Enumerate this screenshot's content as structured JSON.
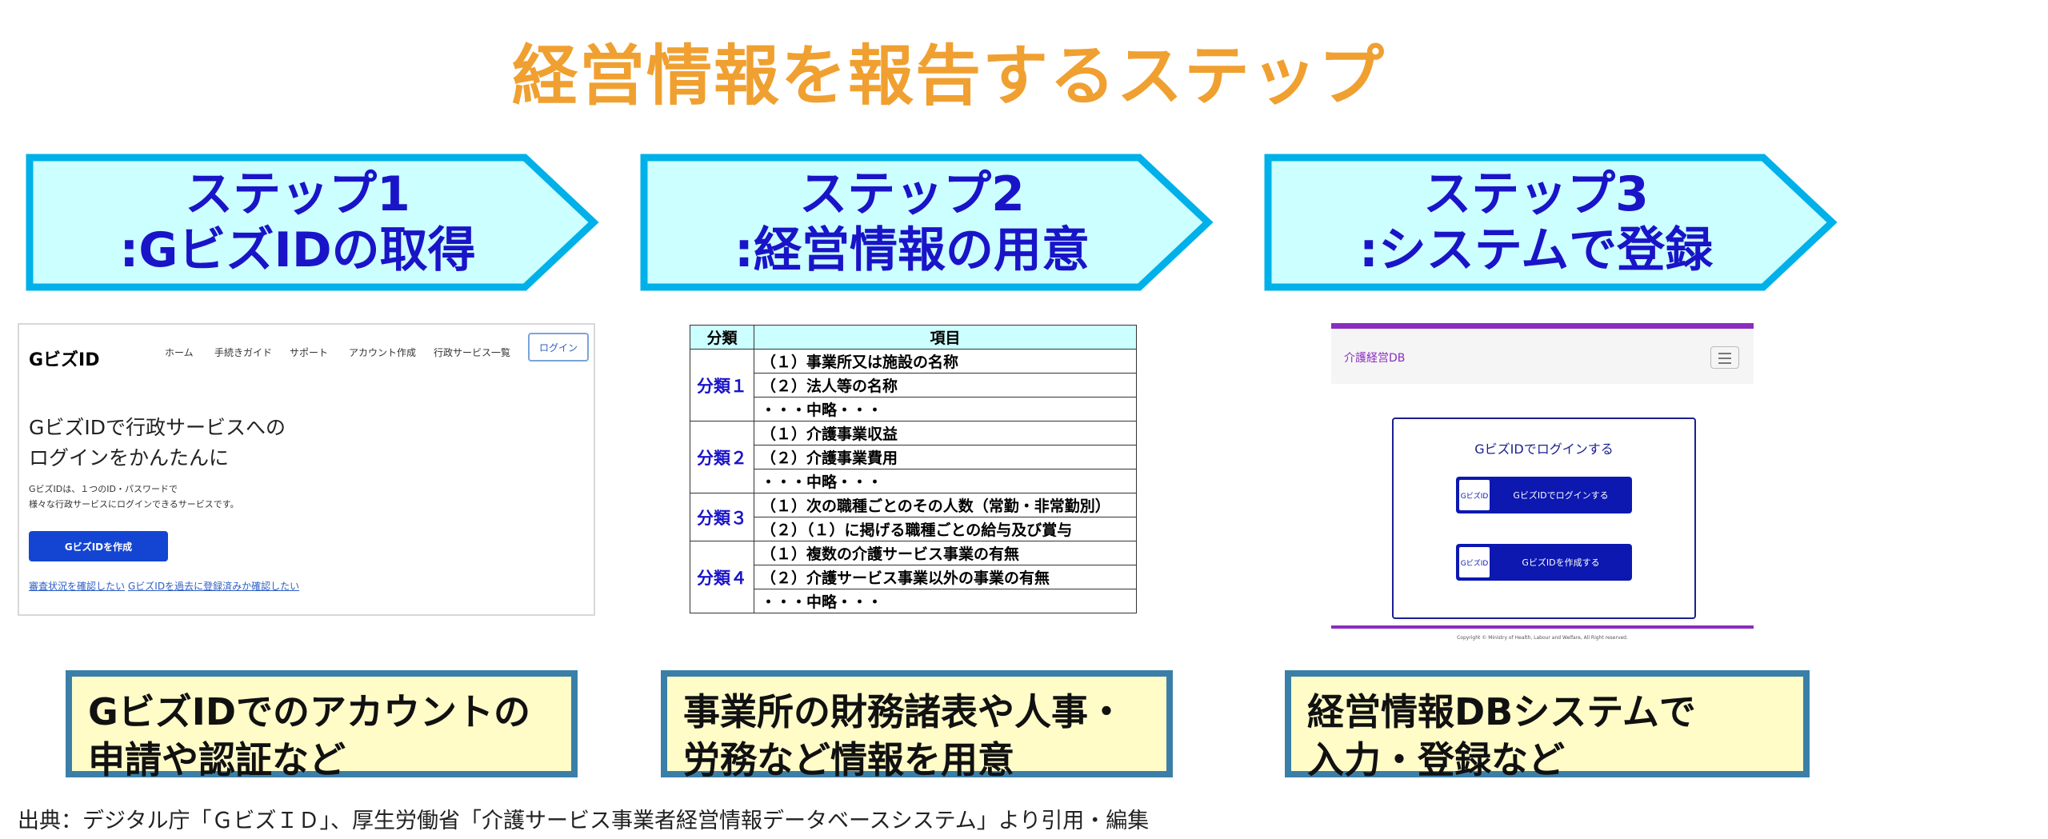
{
  "page_title": "経営情報を報告するステップ",
  "steps": [
    {
      "line1": "ステップ1",
      "line2": ":GビズIDの取得",
      "desc1": "GビズIDでのアカウントの",
      "desc2": "申請や認証など"
    },
    {
      "line1": "ステップ2",
      "line2": ":経営情報の用意",
      "desc1": "事業所の財務諸表や人事・",
      "desc2": "労務など情報を用意"
    },
    {
      "line1": "ステップ3",
      "line2": ":システムで登録",
      "desc1": "経営情報DBシステムで",
      "desc2": "入力・登録など"
    }
  ],
  "gbiz": {
    "logo": "GビズID",
    "nav": [
      "ホーム",
      "手続きガイド",
      "サポート",
      "アカウント作成",
      "行政サービス一覧"
    ],
    "login": "ログイン",
    "headline1": "GビズIDで行政サービスへの",
    "headline2": "ログインをかんたんに",
    "sub1": "GビズIDは、１つのID・パスワードで",
    "sub2": "様々な行政サービスにログインできるサービスです。",
    "create_button": "GビズIDを作成",
    "link1": "審査状況を確認したい",
    "link2": "GビズIDを過去に登録済みか確認したい"
  },
  "table": {
    "headers": [
      "分類",
      "項目"
    ],
    "groups": [
      {
        "category": "分類１",
        "items": [
          "（１）事業所又は施設の名称",
          "（２）法人等の名称",
          "・・・中略・・・"
        ]
      },
      {
        "category": "分類２",
        "items": [
          "（１）介護事業収益",
          "（２）介護事業費用",
          "・・・中略・・・"
        ]
      },
      {
        "category": "分類３",
        "items": [
          "（１）次の職種ごとのその人数（常勤・非常勤別）",
          "（２）（１）に掲げる職種ごとの給与及び賞与"
        ]
      },
      {
        "category": "分類４",
        "items": [
          "（１）複数の介護サービス事業の有無",
          "（２）介護サービス事業以外の事業の有無",
          "・・・中略・・・"
        ]
      }
    ]
  },
  "kaigo": {
    "brand": "介護経営DB",
    "card_title": "GビズIDでログインする",
    "icon_label": "GビズID",
    "button1": "GビズIDでログインする",
    "button2": "GビズIDを作成する",
    "copyright": "Copyright © Ministry of Health, Labour and Welfare, All Right reserved."
  },
  "source": "出典：デジタル庁「ＧビズＩＤ」、厚生労働省「介護サービス事業者経営情報データベースシステム」より引用・編集",
  "colors": {
    "title": "#f0a030",
    "step_text": "#1a14c8",
    "arrow_fill": "#ccffff",
    "arrow_stroke": "#00b0e8",
    "desc_bg": "#fffcc8",
    "desc_border": "#3b7fa8"
  }
}
